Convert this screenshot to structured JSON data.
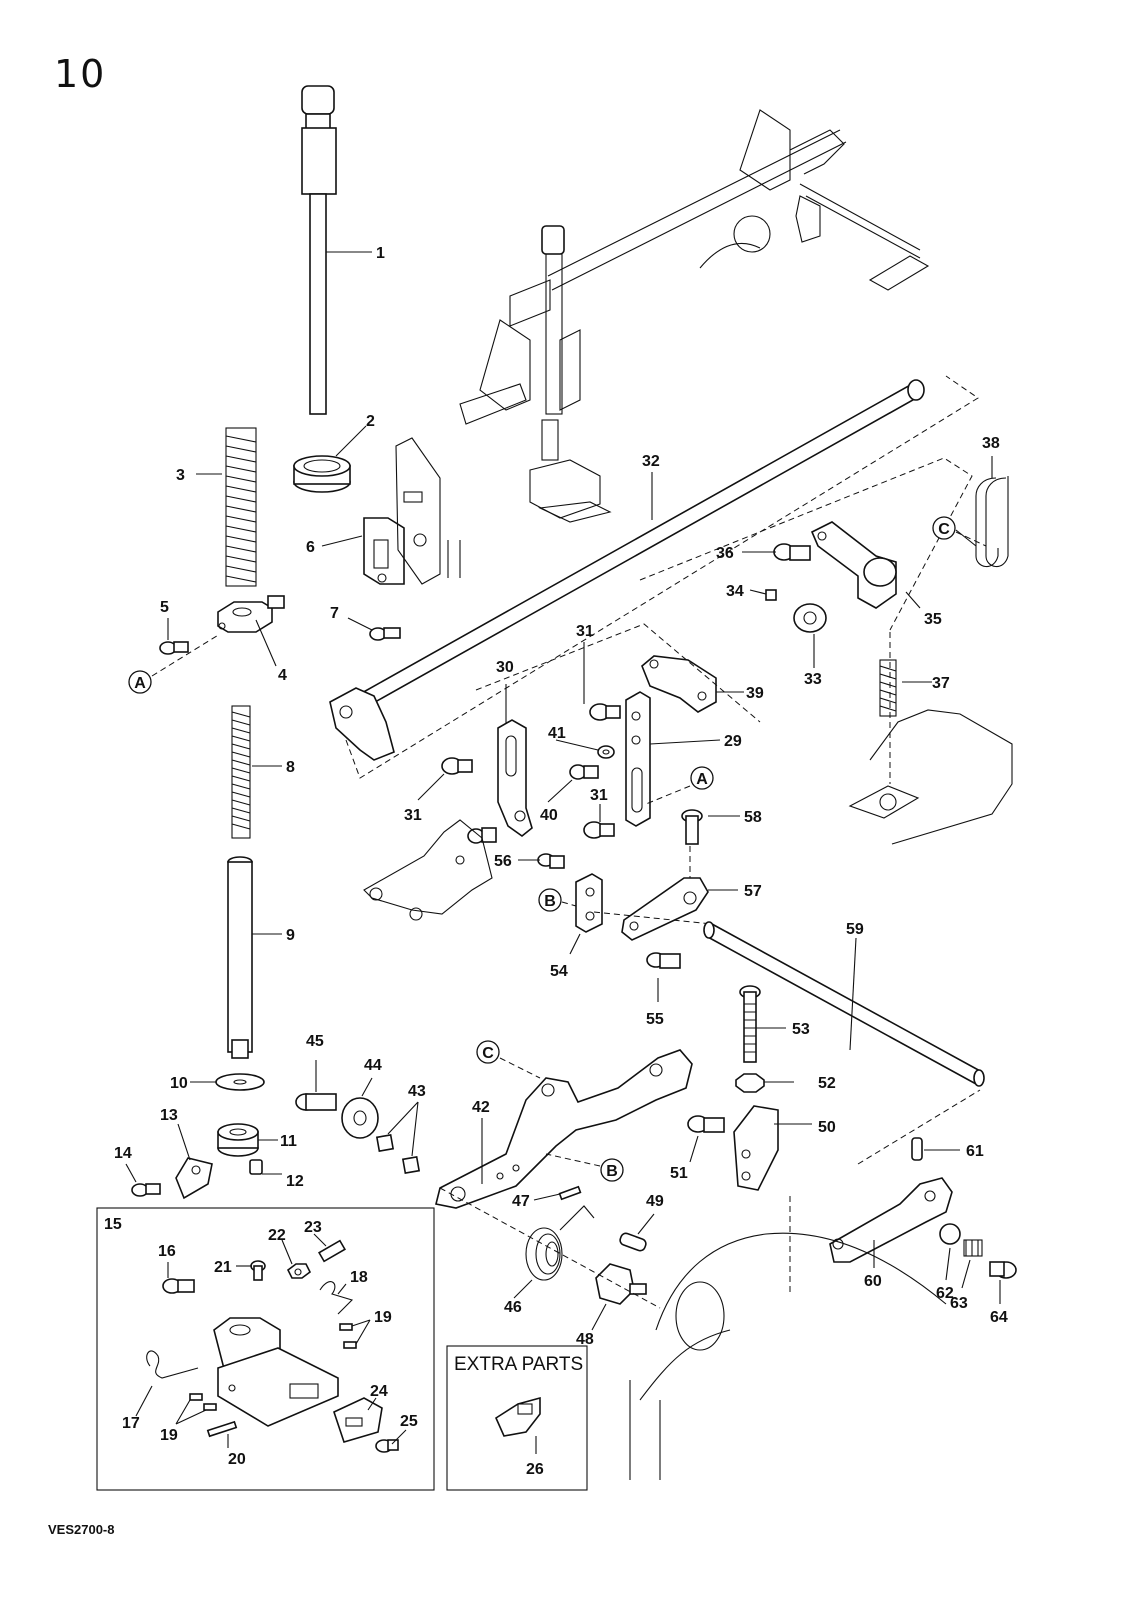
{
  "page": {
    "number": "10",
    "doc_code": "VES2700-8"
  },
  "boxes": {
    "box15_label": "15",
    "extra_parts_title": "EXTRA PARTS"
  },
  "markers": {
    "a": "A",
    "b": "B",
    "c": "C"
  },
  "callouts": [
    "1",
    "2",
    "3",
    "4",
    "5",
    "6",
    "7",
    "8",
    "9",
    "10",
    "11",
    "12",
    "13",
    "14",
    "15",
    "16",
    "17",
    "18",
    "19",
    "20",
    "21",
    "22",
    "23",
    "24",
    "25",
    "26",
    "29",
    "30",
    "31",
    "32",
    "33",
    "34",
    "35",
    "36",
    "37",
    "38",
    "39",
    "40",
    "41",
    "42",
    "43",
    "44",
    "45",
    "46",
    "47",
    "48",
    "49",
    "50",
    "51",
    "52",
    "53",
    "54",
    "55",
    "56",
    "57",
    "58",
    "59",
    "60",
    "61",
    "62",
    "63",
    "64"
  ]
}
